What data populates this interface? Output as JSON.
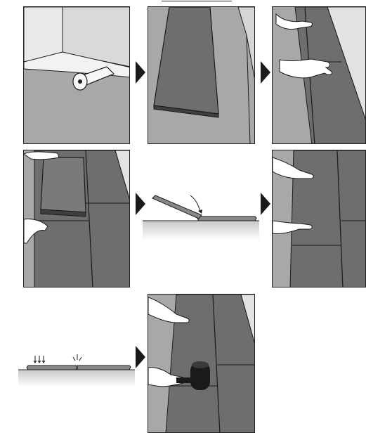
{
  "title": "",
  "steps": [
    {
      "id": 1,
      "scene": "underlay-roll"
    },
    {
      "id": 2,
      "scene": "first-plank"
    },
    {
      "id": 3,
      "scene": "plank-along-wall"
    },
    {
      "id": 4,
      "scene": "angle-plank"
    },
    {
      "id": 5,
      "scene": "click-profile-angle"
    },
    {
      "id": 6,
      "scene": "press-plank-down"
    },
    {
      "id": 7,
      "scene": "click-profile-tap"
    },
    {
      "id": 8,
      "scene": "hammer-tap"
    }
  ],
  "arrows": [
    {
      "from": 1,
      "to": 2
    },
    {
      "from": 2,
      "to": 3
    },
    {
      "from": 4,
      "to": 5
    },
    {
      "from": 5,
      "to": 6
    },
    {
      "from": 7,
      "to": 8
    }
  ],
  "colors": {
    "floor": "#a8a8a8",
    "plank": "#6e6e6e",
    "plank_dark": "#4a4a4a",
    "wall": "#e6e6e6",
    "outline": "#1a1a1a",
    "arrow": "#1a1a1a"
  }
}
